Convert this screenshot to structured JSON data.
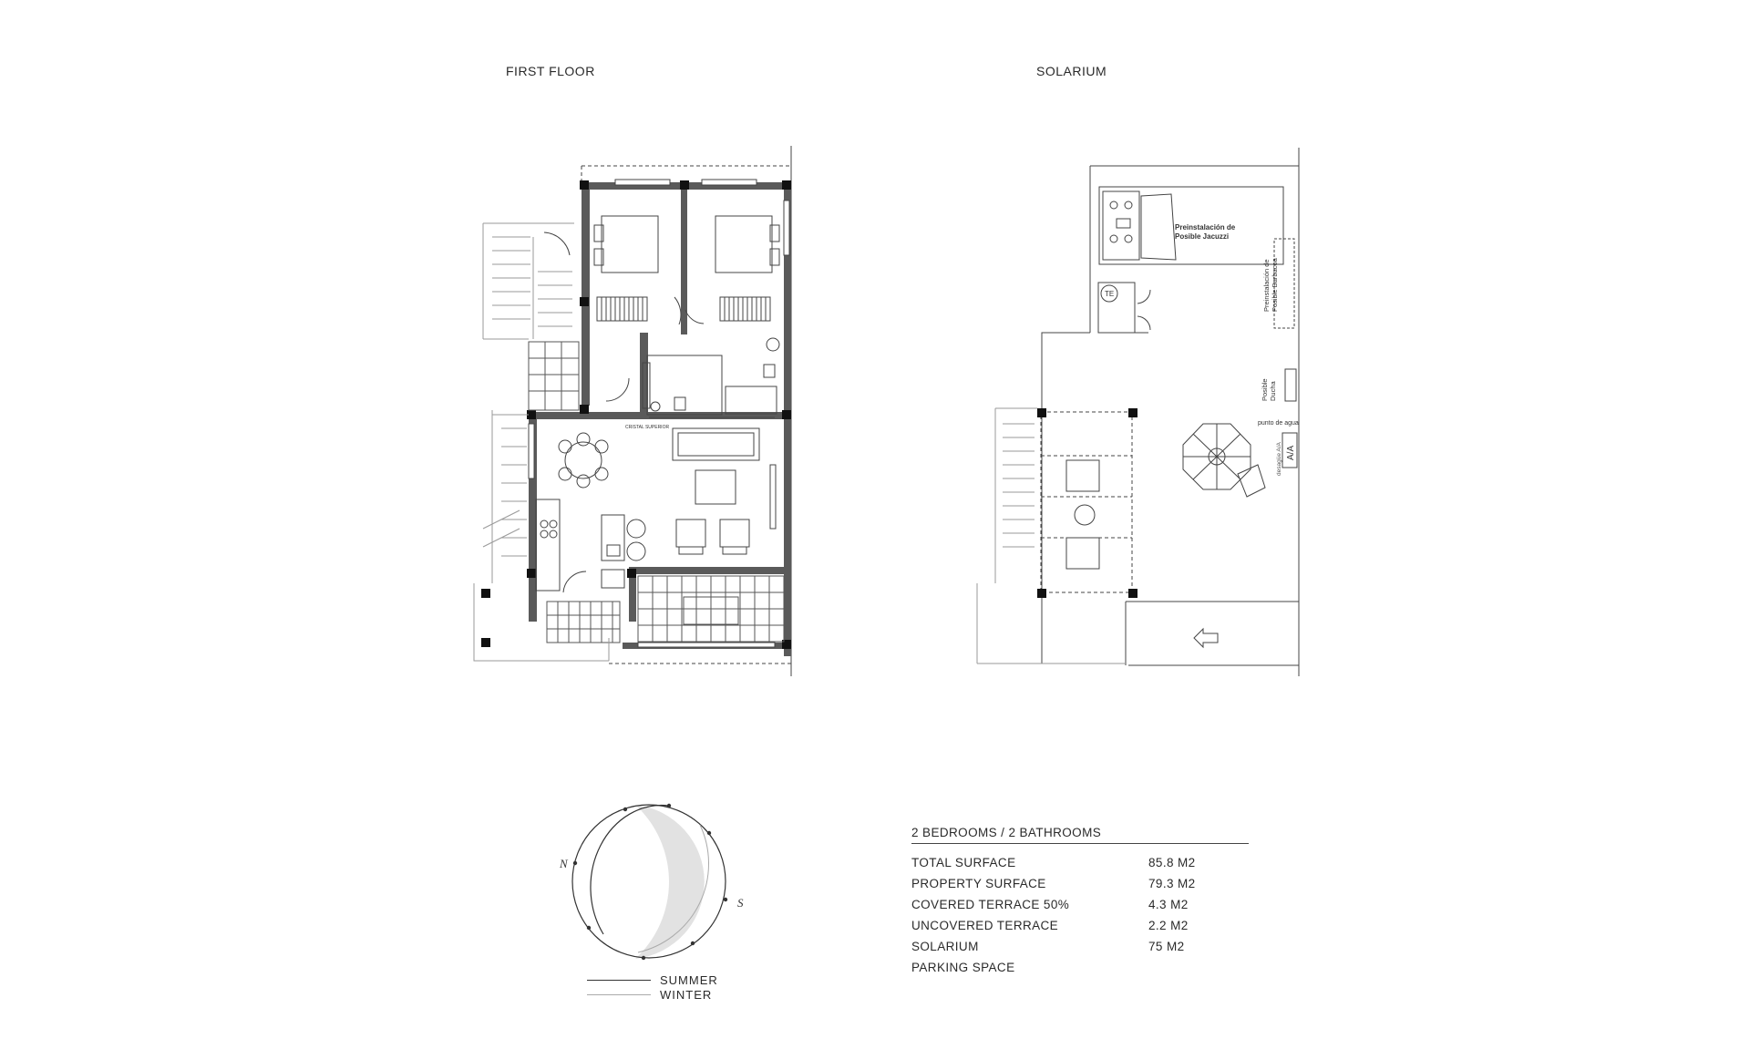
{
  "titles": {
    "first_floor": "FIRST FLOOR",
    "solarium": "SOLARIUM"
  },
  "plan_labels": {
    "jacuzzi_1": "Preinstalación de",
    "jacuzzi_2": "Posible Jacuzzi",
    "barbacoa_1": "Preinstalación de",
    "barbacoa_2": "Posible Barbacoa",
    "ducha_1": "Posible",
    "ducha_2": "Ducha",
    "punto_agua": "punto de agua",
    "desague": "desagüe A/A",
    "aa": "A/A",
    "te": "TE",
    "cristal": "CRISTAL SUPERIOR"
  },
  "compass": {
    "north": "N",
    "south": "S"
  },
  "legend": {
    "summer": "SUMMER",
    "winter": "WINTER"
  },
  "summary": {
    "heading": "2 BEDROOMS / 2 BATHROOMS",
    "rows": [
      {
        "label": "TOTAL SURFACE",
        "value": "85.8 M2"
      },
      {
        "label": "PROPERTY SURFACE",
        "value": "79.3 M2"
      },
      {
        "label": "COVERED TERRACE 50%",
        "value": "4.3 M2"
      },
      {
        "label": "UNCOVERED TERRACE",
        "value": "2.2 M2"
      },
      {
        "label": "SOLARIUM",
        "value": "75 M2"
      },
      {
        "label": "PARKING SPACE",
        "value": ""
      }
    ]
  },
  "colors": {
    "wall": "#5a5a5a",
    "line": "#444444",
    "light_line": "#9a9a9a",
    "winter_fill": "#e0e0e0"
  }
}
